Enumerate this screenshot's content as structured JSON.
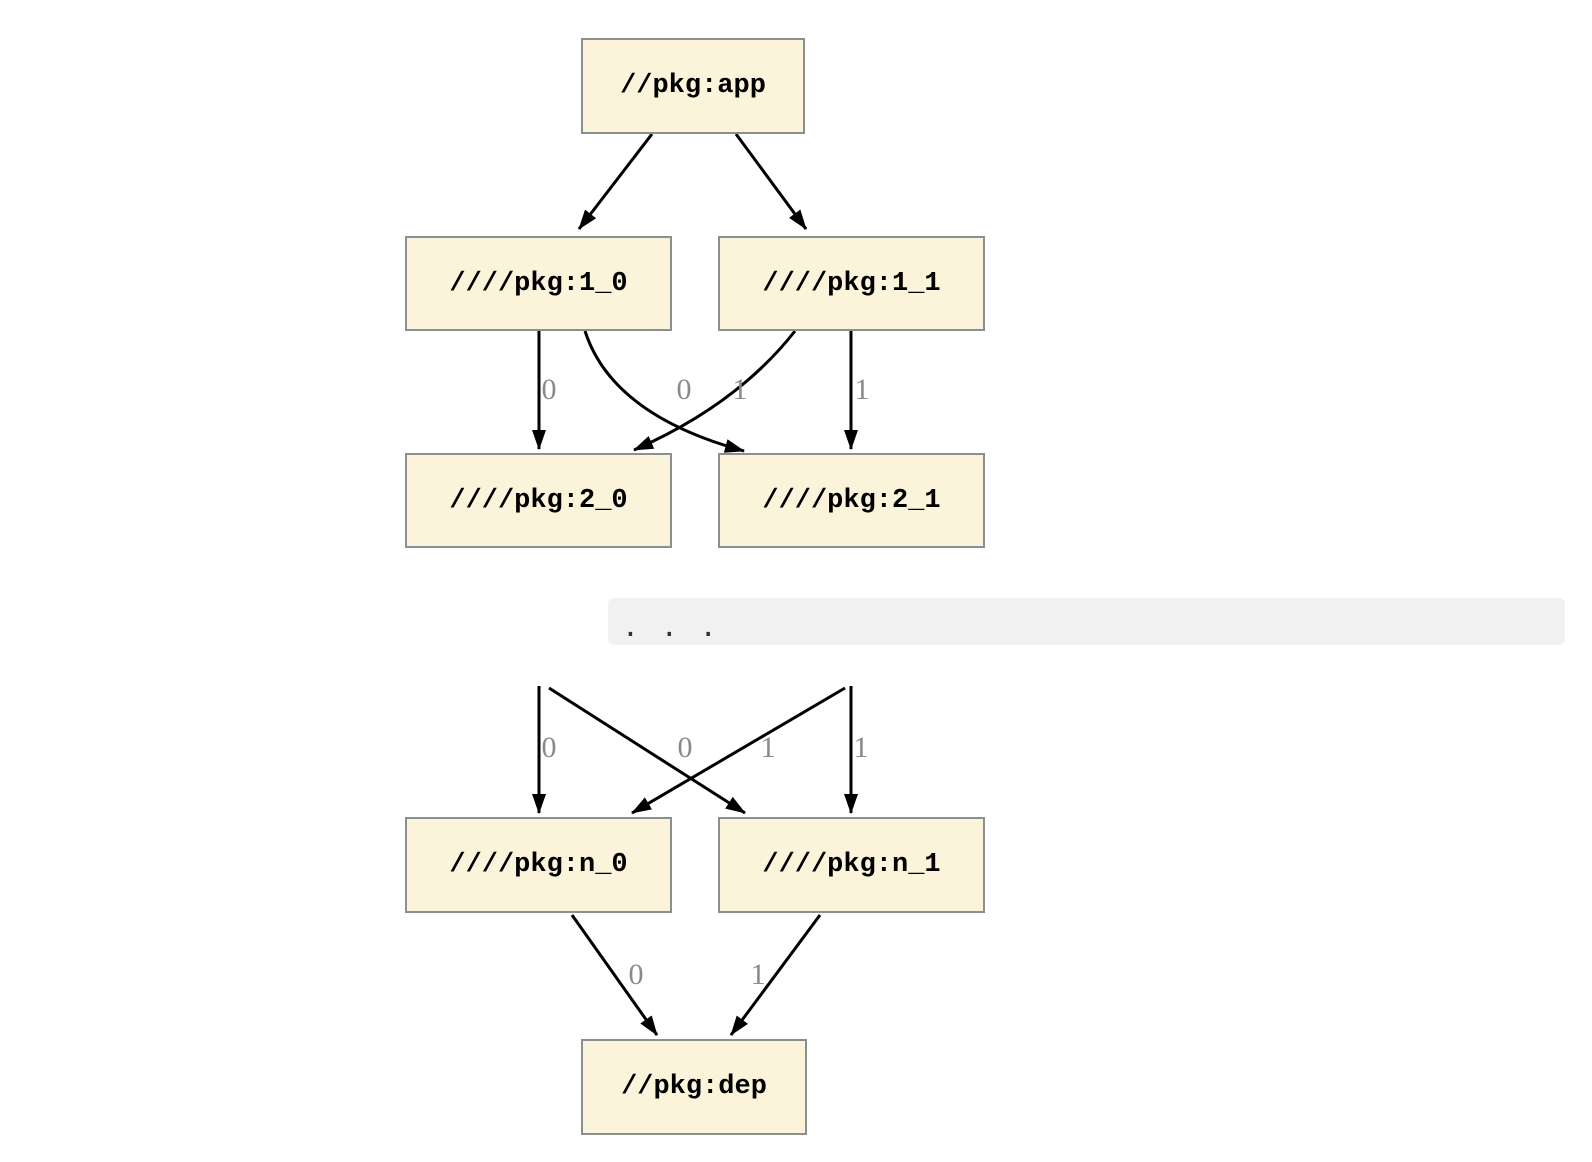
{
  "diagram": {
    "type": "dependency-graph",
    "nodes": {
      "app": "//pkg:app",
      "v1_0": "////pkg:1_0",
      "v1_1": "////pkg:1_1",
      "v2_0": "////pkg:2_0",
      "v2_1": "////pkg:2_1",
      "vn_0": "////pkg:n_0",
      "vn_1": "////pkg:n_1",
      "dep": "//pkg:dep"
    },
    "ellipsis": [
      ".",
      ".",
      "."
    ],
    "edges": [
      {
        "from": "//pkg:app",
        "to": "////pkg:1_0",
        "label": ""
      },
      {
        "from": "//pkg:app",
        "to": "////pkg:1_1",
        "label": ""
      },
      {
        "from": "////pkg:1_0",
        "to": "////pkg:2_0",
        "label": "0"
      },
      {
        "from": "////pkg:1_1",
        "to": "////pkg:2_0",
        "label": "0"
      },
      {
        "from": "////pkg:1_0",
        "to": "////pkg:2_1",
        "label": "1"
      },
      {
        "from": "////pkg:1_1",
        "to": "////pkg:2_1",
        "label": "1"
      },
      {
        "from": "...",
        "to": "////pkg:n_0",
        "label": "0"
      },
      {
        "from": "...",
        "to": "////pkg:n_0",
        "label": "0"
      },
      {
        "from": "...",
        "to": "////pkg:n_1",
        "label": "1"
      },
      {
        "from": "...",
        "to": "////pkg:n_1",
        "label": "1"
      },
      {
        "from": "////pkg:n_0",
        "to": "//pkg:dep",
        "label": "0"
      },
      {
        "from": "////pkg:n_1",
        "to": "//pkg:dep",
        "label": "1"
      }
    ],
    "colors": {
      "node_fill": "#fcf3db",
      "node_border": "#8a9090",
      "edge": "#000000",
      "edge_label": "#8a8a8a",
      "ellipsis_bg": "#f1f1f1",
      "ellipsis_dot": "#333333"
    }
  }
}
